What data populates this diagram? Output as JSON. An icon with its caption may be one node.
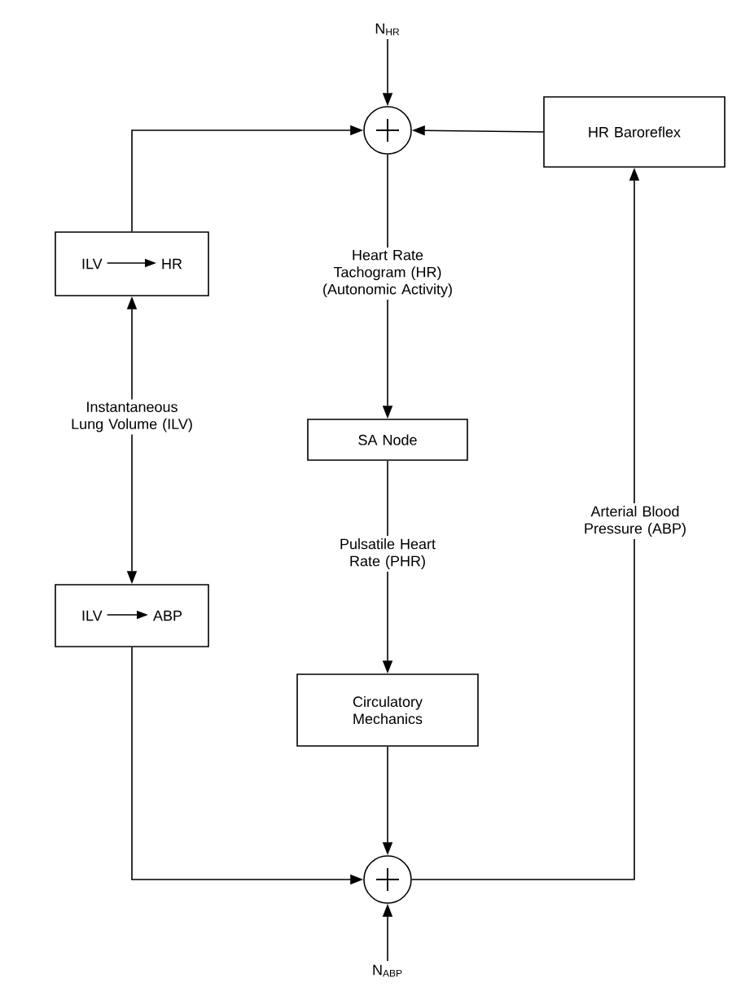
{
  "diagram": {
    "nodes": [
      {
        "text": [
          "N$_{HR}$"
        ]
      },
      {
        "text": [],
        "shape": "circle"
      },
      {
        "text": [
          "HR Baroreflex"
        ]
      },
      {
        "text": [
          "ILV",
          "HR"
        ]
      },
      {
        "text": [
          "SA Node"
        ]
      },
      {
        "text": [
          "ILV",
          "ABP"
        ]
      },
      {
        "text": [
          "Circulatory Mechanics"
        ]
      },
      {
        "text": [],
        "shape": "circle"
      },
      {
        "text": [
          "N$_{ABP}$"
        ]
      }
    ],
    "edges": [
      {
        "from": 0,
        "to": 1,
        "arrow": "to"
      },
      {
        "from": 2,
        "to": 1,
        "arrow": "to"
      },
      {
        "from": 3,
        "to": 1,
        "arrow": "to"
      },
      {
        "from": 1,
        "to": 4,
        "arrow": "to",
        "label": "Heart Rate Tachogram (HR) (Autonomic Activity)"
      },
      {
        "from": 4,
        "to": 6,
        "arrow": "to",
        "label": "Pulsatile Heart Rate (PHR)"
      },
      {
        "from": 6,
        "to": 7,
        "arrow": "to"
      },
      {
        "from": 5,
        "to": 7,
        "arrow": "to"
      },
      {
        "from": 8,
        "to": 7,
        "arrow": "to"
      },
      {
        "from": 7,
        "to": 2,
        "arrow": "to",
        "label": "Arterial Blood Pressure (ABP)"
      },
      {
        "from": 3,
        "to": 5,
        "arrow": "both",
        "label": "Instantaneous Lung Volume (ILV)"
      }
    ]
  }
}
